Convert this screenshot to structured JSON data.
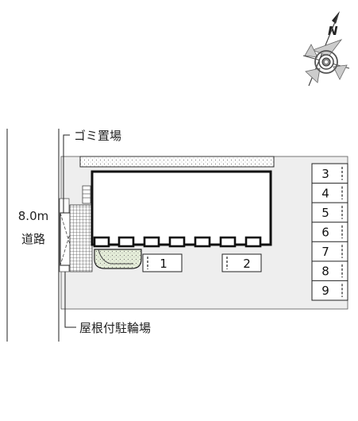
{
  "labels": {
    "garbage_area": "ゴミ置場",
    "bicycle_parking": "屋根付駐輪場",
    "road_width": "8.0m",
    "road": "道路",
    "north": "N"
  },
  "parking_spaces_ground": [
    "1",
    "2"
  ],
  "parking_spaces_side": [
    "3",
    "4",
    "5",
    "6",
    "7",
    "8",
    "9"
  ],
  "colors": {
    "lot": "#eeeeee",
    "ink": "#222222",
    "grid": "#555555"
  },
  "icons": {
    "compass": "compass-rose-icon"
  }
}
